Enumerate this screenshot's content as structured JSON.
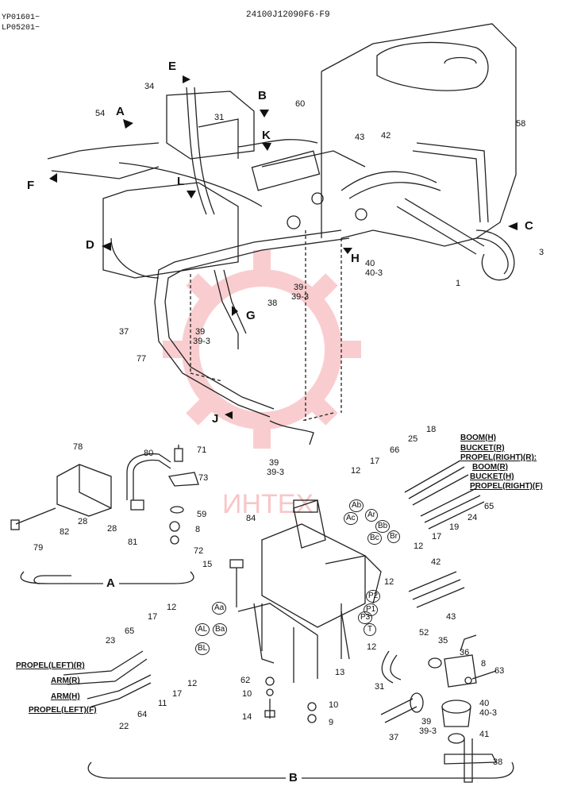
{
  "header": {
    "serial_a": "YP01601~",
    "serial_b": "LP05201~",
    "drawing_no": "24100J12090F6·F9"
  },
  "watermark": {
    "text": "ИНТЕХ",
    "color": "#e8202a"
  },
  "views": {
    "E": "E",
    "A": "A",
    "B": "B",
    "K": "K",
    "F": "F",
    "L": "L",
    "D": "D",
    "C": "C",
    "H": "H",
    "G": "G",
    "J": "J"
  },
  "parts": {
    "p34": "34",
    "p54": "54",
    "p31": "31",
    "p60": "60",
    "p43": "43",
    "p42": "42",
    "p58": "58",
    "p3": "3",
    "p1": "1",
    "p40": "40",
    "p40_3": "40-3",
    "p39a": "39",
    "p39_3a": "39-3",
    "p38": "38",
    "p37": "37",
    "p77": "77",
    "p39b": "39",
    "p39_3b": "39-3",
    "p39c": "39",
    "p39_3c": "39-3",
    "p78": "78",
    "p80": "80",
    "p71": "71",
    "p73": "73",
    "p28a": "28",
    "p28b": "28",
    "p82": "82",
    "p79": "79",
    "p81": "81",
    "p59": "59",
    "p8a": "8",
    "p72": "72",
    "p84": "84",
    "p15": "15",
    "p12a": "12",
    "p17a": "17",
    "p66": "66",
    "p25": "25",
    "p18": "18",
    "p12b": "12",
    "p17b": "17",
    "p19": "19",
    "p24": "24",
    "p65a": "65",
    "p42b": "42",
    "p43b": "43",
    "p12c": "12",
    "p52": "52",
    "p12d": "12",
    "p35": "35",
    "p36": "36",
    "p8b": "8",
    "p63": "63",
    "p31b": "31",
    "p40b": "40",
    "p40_3b": "40-3",
    "p39d": "39",
    "p39_3d": "39-3",
    "p41": "41",
    "p37b": "37",
    "p38b": "38",
    "p13": "13",
    "p62": "62",
    "p10a": "10",
    "p14": "14",
    "p10b": "10",
    "p9": "9",
    "p12e": "12",
    "p17c": "17",
    "p65b": "65",
    "p23": "23",
    "p12f": "12",
    "p17d": "17",
    "p11": "11",
    "p22": "22",
    "p64": "64"
  },
  "ports": {
    "Ab": "Ab",
    "Ar": "Ar",
    "Ac": "Ac",
    "Bb": "Bb",
    "Bc": "Bc",
    "Br": "Br",
    "P2": "P2",
    "P1": "P1",
    "P3": "P3",
    "T": "T",
    "Aa": "Aa",
    "AL": "AL",
    "Ba": "Ba",
    "BL": "BL"
  },
  "labels": {
    "boom_h": "BOOM(H)",
    "bucket_r": "BUCKET(R)",
    "propel_right_r": "PROPEL(RIGHT)(R):",
    "boom_r": "BOOM(R)",
    "bucket_h": "BUCKET(H)",
    "propel_right_f": "PROPEL(RIGHT)(F)",
    "propel_left_r": "PROPEL(LEFT)(R)",
    "arm_r": "ARM(R)",
    "arm_h": "ARM(H)",
    "propel_left_f": "PROPEL(LEFT)(F)"
  },
  "section_labels": {
    "A": "A",
    "B": "B"
  }
}
